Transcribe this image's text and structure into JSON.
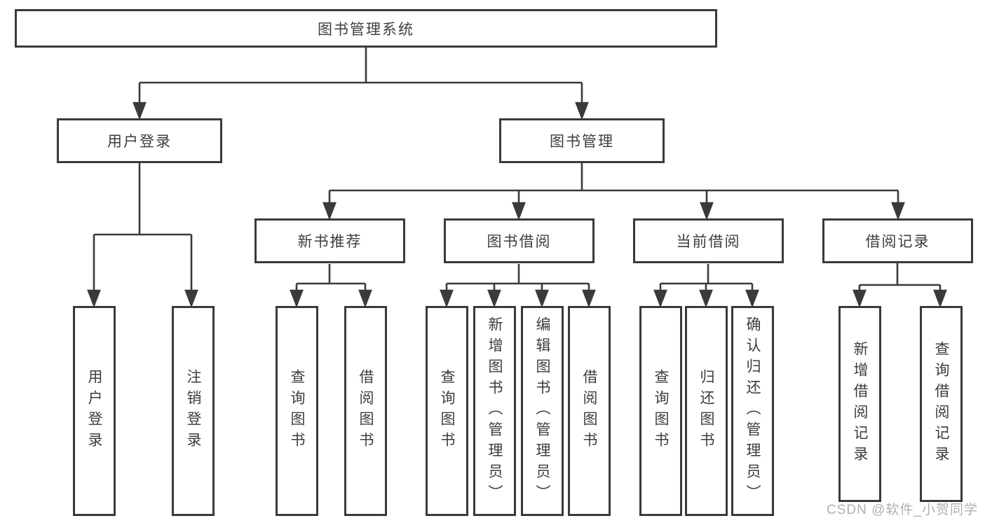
{
  "colors": {
    "background": "#ffffff",
    "line": "#3a3a3a",
    "border": "#3a3a3a",
    "text": "#3d3d3d",
    "watermark": "#b0b0b0"
  },
  "nodes": {
    "root": {
      "label": "图书管理系统"
    },
    "user_login_branch": {
      "label": "用户登录"
    },
    "book_mgmt_branch": {
      "label": "图书管理"
    },
    "new_books_branch": {
      "label": "新书推荐"
    },
    "book_borrow_branch": {
      "label": "图书借阅"
    },
    "current_borrow_branch": {
      "label": "当前借阅"
    },
    "borrow_records_branch": {
      "label": "借阅记录"
    },
    "leaf_user_login": {
      "label": "用户登录"
    },
    "leaf_logout": {
      "label": "注销登录"
    },
    "leaf_nb_query_books": {
      "label": "查询图书"
    },
    "leaf_nb_borrow_books": {
      "label": "借阅图书"
    },
    "leaf_bb_query_books": {
      "label": "查询图书"
    },
    "leaf_bb_add_books": {
      "label": "新增图书（管理员）"
    },
    "leaf_bb_edit_books": {
      "label": "编辑图书（管理员）"
    },
    "leaf_bb_borrow_books": {
      "label": "借阅图书"
    },
    "leaf_cb_query_books": {
      "label": "查询图书"
    },
    "leaf_cb_return_books": {
      "label": "归还图书"
    },
    "leaf_cb_confirm_return": {
      "label": "确认归还（管理员）"
    },
    "leaf_br_add_record": {
      "label": "新增借阅记录"
    },
    "leaf_br_query_record": {
      "label": "查询借阅记录"
    }
  },
  "watermark": {
    "text": "CSDN @软件_小贺同学"
  }
}
